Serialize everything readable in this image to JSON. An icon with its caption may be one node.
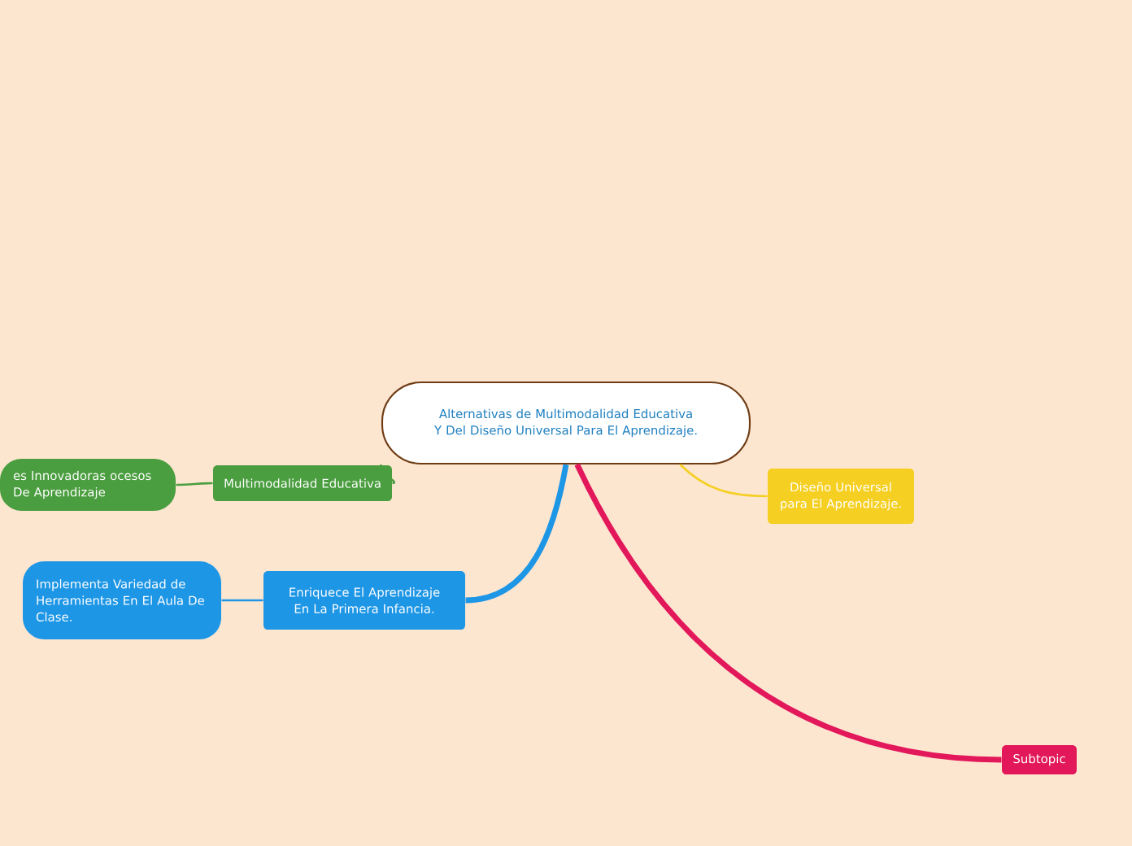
{
  "diagram": {
    "nodes": [
      {
        "text": [
          "Alternativas de Multimodalidad Educativa Y Del Diseño Universal Para El Aprendizaje."
        ]
      },
      {
        "text": [
          "Multimodalidad Educativa"
        ]
      },
      {
        "text": [
          "es Innovadoras ocesos De Aprendizaje"
        ]
      },
      {
        "text": [
          "Diseño Universal para El Aprendizaje."
        ]
      },
      {
        "text": [
          "Enriquece El Aprendizaje En La Primera Infancia."
        ]
      },
      {
        "text": [
          "Implementa Variedad de Herramientas En El Aula De Clase."
        ]
      },
      {
        "text": [
          "Subtopic"
        ]
      }
    ],
    "edges": [
      {
        "from": 0,
        "to": 1,
        "arrow": "none",
        "color": "#4a9e3f"
      },
      {
        "from": 1,
        "to": 2,
        "arrow": "none",
        "color": "#4a9e3f"
      },
      {
        "from": 0,
        "to": 3,
        "arrow": "none",
        "color": "#f5cf22"
      },
      {
        "from": 0,
        "to": 4,
        "arrow": "none",
        "color": "#1e96e6",
        "style": "thick"
      },
      {
        "from": 4,
        "to": 5,
        "arrow": "none",
        "color": "#1e96e6"
      },
      {
        "from": 0,
        "to": 6,
        "arrow": "none",
        "color": "#e2185b",
        "style": "thick"
      }
    ]
  }
}
